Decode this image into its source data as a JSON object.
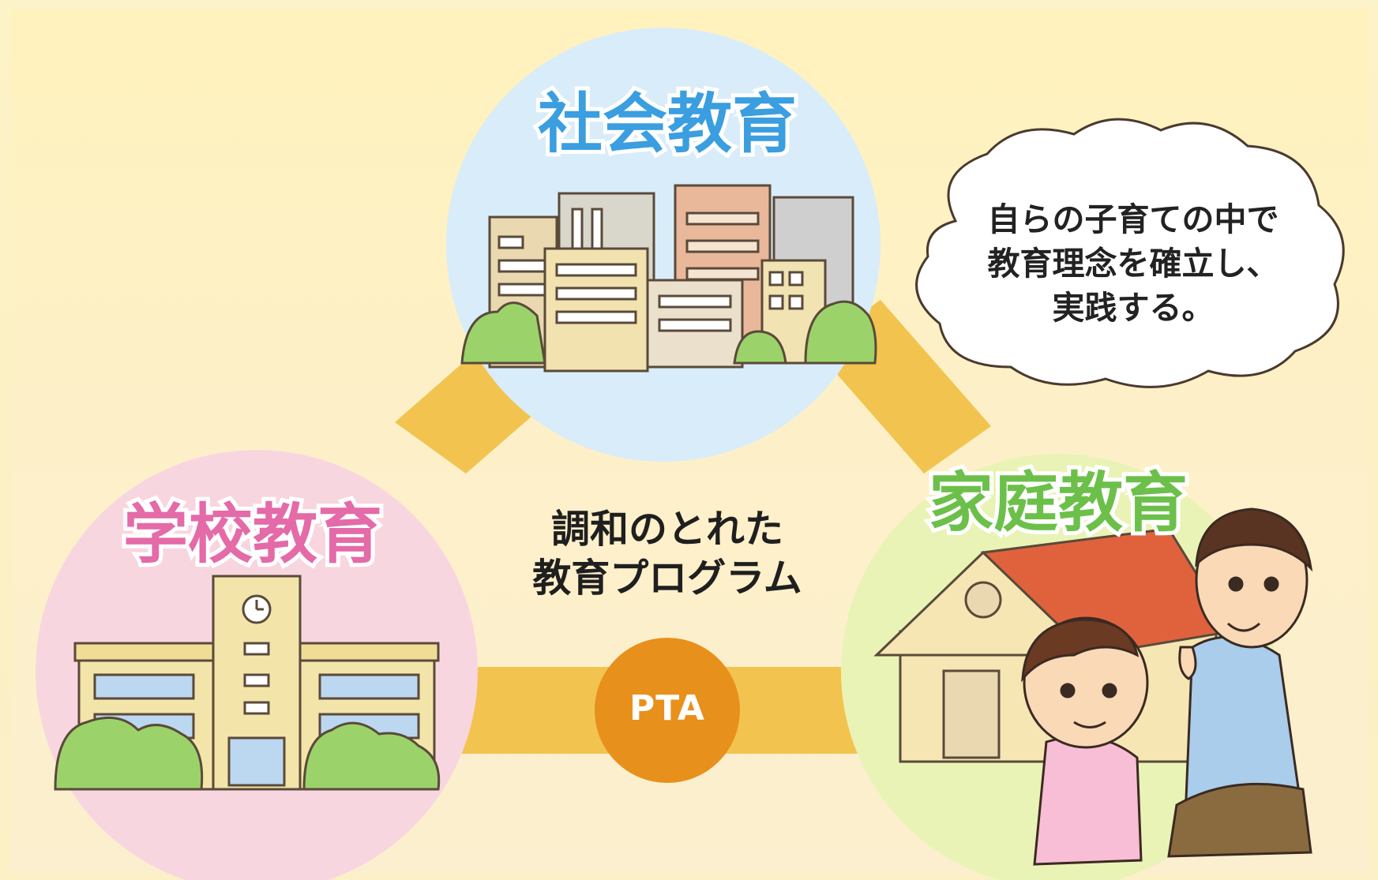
{
  "diagram": {
    "nodes": {
      "social": {
        "label": "社会教育",
        "color": "#3a9ee0"
      },
      "school": {
        "label": "学校教育",
        "color": "#e46aa8"
      },
      "home": {
        "label": "家庭教育",
        "color": "#6cc04a"
      }
    },
    "center_lines": [
      "調和のとれた",
      "教育プログラム"
    ],
    "hub": {
      "label": "PTA",
      "color": "#e8901c"
    },
    "cloud_lines": [
      "自らの子育ての中で",
      "教育理念を確立し、",
      "実践する。"
    ]
  }
}
